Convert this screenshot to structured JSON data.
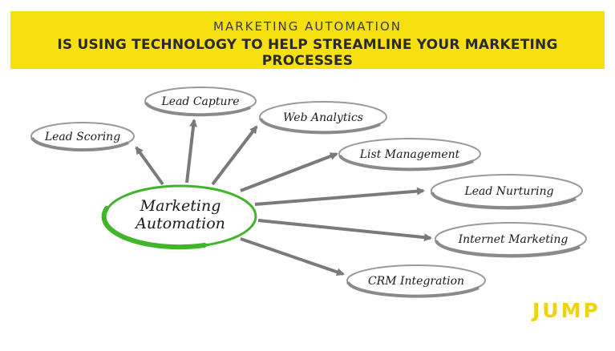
{
  "banner": {
    "line1": "MARKETING AUTOMATION",
    "line2": "IS USING TECHNOLOGY TO HELP STREAMLINE YOUR MARKETING PROCESSES"
  },
  "diagram": {
    "center": {
      "line1": "Marketing",
      "line2": "Automation"
    },
    "nodes": [
      "Lead Scoring",
      "Lead Capture",
      "Web Analytics",
      "List Management",
      "Lead Nurturing",
      "Internet Marketing",
      "CRM Integration"
    ]
  },
  "logo": {
    "text": "JUMP"
  },
  "colors": {
    "banner_yellow": "#f7e010",
    "logo_yellow": "#f2d20c",
    "center_green": "#3fb628",
    "arrow_gray": "#7a7a7a"
  }
}
